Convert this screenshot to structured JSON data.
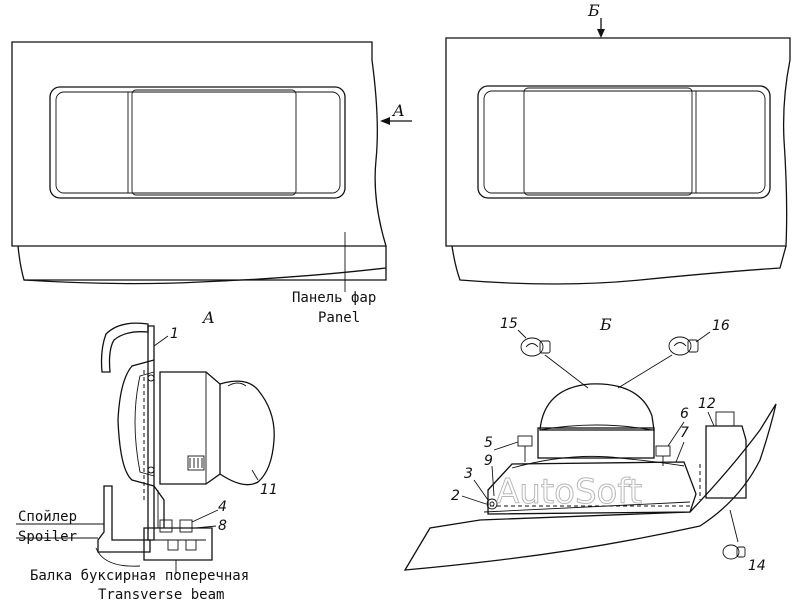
{
  "view_labels": {
    "view_a_arrow": "A",
    "view_b_arrow": "Б",
    "view_a_title": "A",
    "view_b_title": "Б"
  },
  "callouts": {
    "panel_ru": "Панель фар",
    "panel_en": "Panel",
    "spoiler_ru": "Спойлер",
    "spoiler_en": "Spoiler",
    "beam_ru": "Балка буксирная поперечная",
    "beam_en": "Transverse beam"
  },
  "part_numbers": {
    "p1": "1",
    "p2": "2",
    "p3": "3",
    "p4": "4",
    "p5": "5",
    "p6": "6",
    "p7": "7",
    "p8": "8",
    "p9": "9",
    "p11": "11",
    "p12": "12",
    "p14": "14",
    "p15": "15",
    "p16": "16"
  },
  "watermark": "AutoSoft"
}
